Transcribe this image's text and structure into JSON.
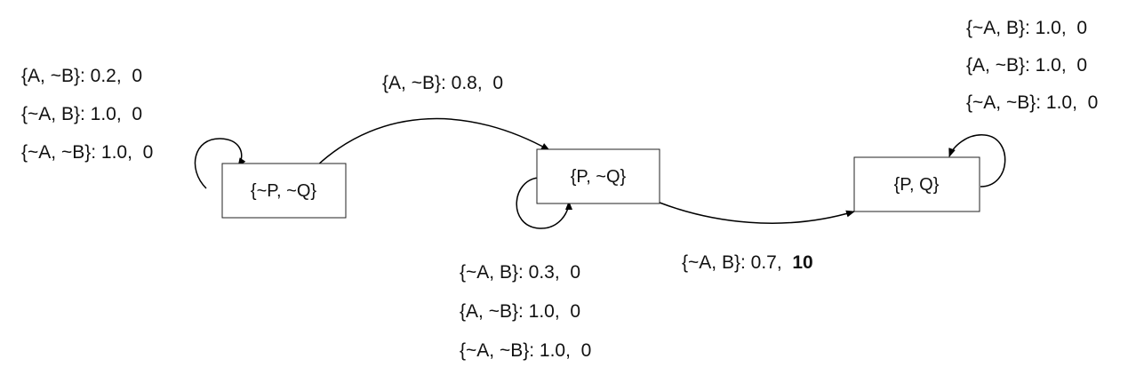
{
  "states": [
    {
      "id": "s1",
      "label": "{~P, ~Q}"
    },
    {
      "id": "s2",
      "label": "{P, ~Q}"
    },
    {
      "id": "s3",
      "label": "{P, Q}"
    }
  ],
  "transitions": {
    "s1_self": [
      "{A, ~B}: 0.2,  0",
      "{~A, B}: 1.0,  0",
      "{~A, ~B}: 1.0,  0"
    ],
    "s1_to_s2": [
      "{A, ~B}: 0.8,  0"
    ],
    "s2_self": [
      "{~A, B}: 0.3,  0",
      "{A, ~B}: 1.0,  0",
      "{~A, ~B}: 1.0,  0"
    ],
    "s2_to_s3": {
      "prefix": "{~A, B}: 0.7,  ",
      "reward": "10"
    },
    "s3_self": [
      "{~A, B}: 1.0,  0",
      "{A, ~B}: 1.0,  0",
      "{~A, ~B}: 1.0,  0"
    ]
  }
}
